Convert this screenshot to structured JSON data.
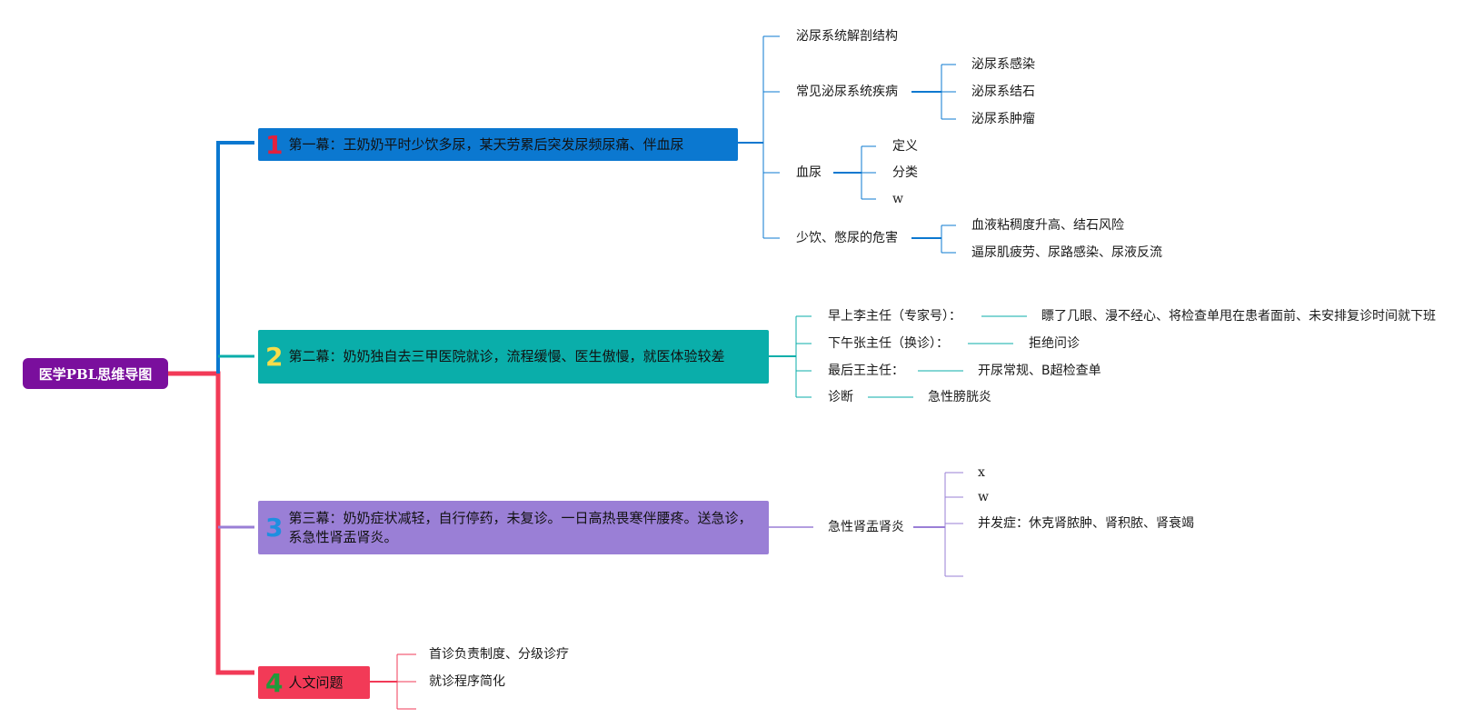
{
  "root": {
    "label": "医学PBL思维导图"
  },
  "topics": [
    {
      "number": "1",
      "label": "第一幕：王奶奶平时少饮多尿，某天劳累后突发尿频尿痛、伴血尿",
      "children": [
        {
          "label": "泌尿系统解剖结构"
        },
        {
          "label": "常见泌尿系统疾病",
          "children": [
            "泌尿系感染",
            "泌尿系结石",
            "泌尿系肿瘤"
          ]
        },
        {
          "label": "血尿",
          "children": [
            "定义",
            "分类",
            "w"
          ]
        },
        {
          "label": "少饮、憋尿的危害",
          "children": [
            "血液粘稠度升高、结石风险",
            "逼尿肌疲劳、尿路感染、尿液反流"
          ]
        }
      ]
    },
    {
      "number": "2",
      "label": "第二幕：奶奶独自去三甲医院就诊，流程缓慢、医生傲慢，就医体验较差",
      "children": [
        {
          "label": "早上李主任（专家号）：",
          "children": [
            "瞟了几眼、漫不经心、将检查单甩在患者面前、未安排复诊时间就下班"
          ]
        },
        {
          "label": "下午张主任（换诊）：",
          "children": [
            "拒绝问诊"
          ]
        },
        {
          "label": "最后王主任：",
          "children": [
            "开尿常规、B超检查单"
          ]
        },
        {
          "label": "诊断",
          "children": [
            "急性膀胱炎"
          ]
        }
      ]
    },
    {
      "number": "3",
      "label": "第三幕：奶奶症状减轻，自行停药，未复诊。一日高热畏寒伴腰疼。送急诊，系急性肾盂肾炎。",
      "children": [
        {
          "label": "急性肾盂肾炎",
          "children": [
            "x",
            "w",
            "并发症：休克肾脓肿、肾积脓、肾衰竭",
            ""
          ]
        }
      ]
    },
    {
      "number": "4",
      "label": "人文问题",
      "children": [
        {
          "label": "首诊负责制度、分级诊疗"
        },
        {
          "label": "就诊程序简化"
        },
        {
          "label": ""
        }
      ]
    }
  ],
  "colors": {
    "root": "#7a0f9d",
    "topic1": "#0b78d0",
    "topic2": "#0aaeaa",
    "topic3": "#9a7fd6",
    "topic4": "#f23a57",
    "num1": "#e2213d",
    "num2": "#f7dc4a",
    "num3": "#1f8fe0",
    "num4": "#1f9a3a"
  }
}
